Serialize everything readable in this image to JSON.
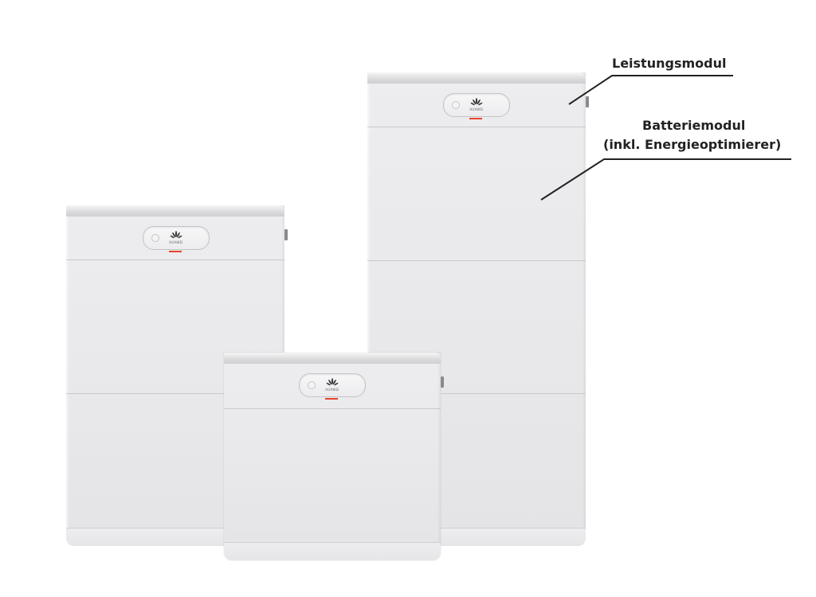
{
  "labels": {
    "power_module": "Leistungsmodul",
    "battery_module_line1": "Batteriemodul",
    "battery_module_line2": "(inkl. Energieoptimierer)"
  },
  "brand": "HUAWEI",
  "colors": {
    "indicator": "#e2462d",
    "leader_line": "#222222"
  },
  "icons": {
    "logo": "huawei-flower-icon",
    "power": "power-button-icon"
  }
}
